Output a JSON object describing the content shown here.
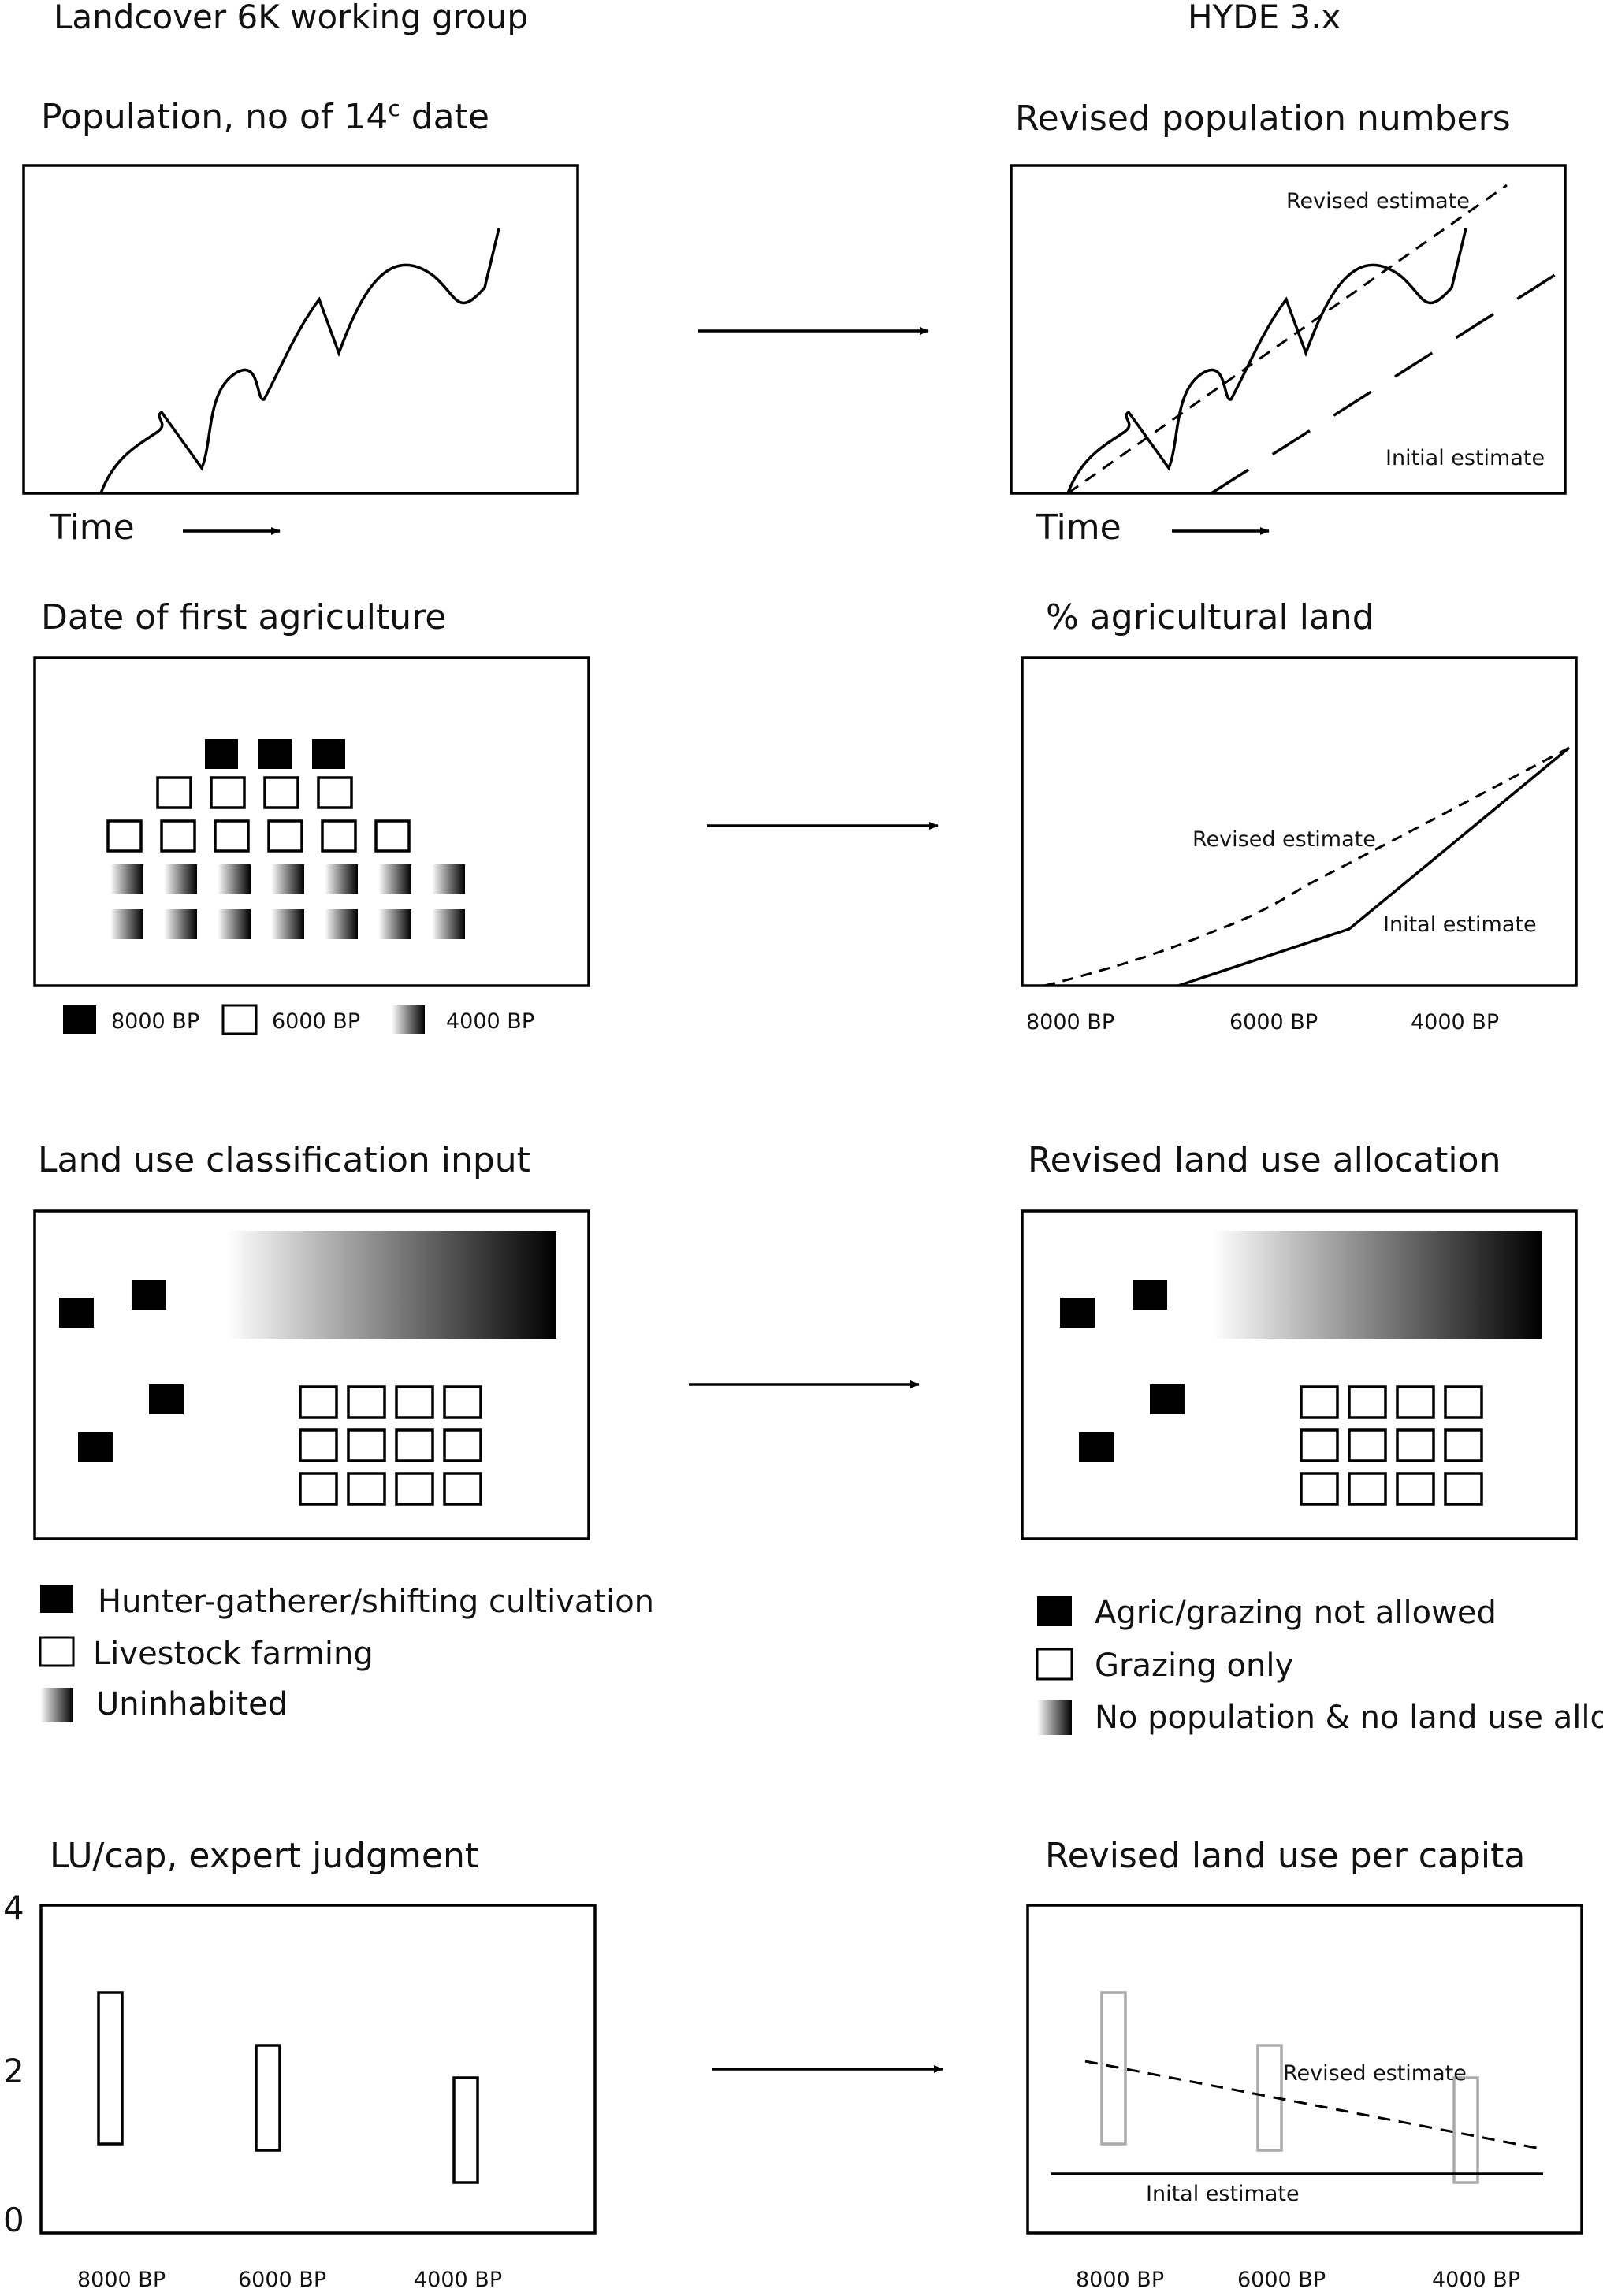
{
  "columns": {
    "left": "Landcover 6K working group",
    "right": "HYDE 3.x"
  },
  "population": {
    "left_title": "Population, no of 14",
    "left_title_sup": "c",
    "left_title_end": " date",
    "right_title": "Revised population numbers",
    "time_label": "Time",
    "revised_label": "Revised estimate",
    "initial_label": "Initial estimate"
  },
  "agriculture": {
    "left_title": "Date of first agriculture",
    "right_title": "% agricultural land",
    "legend": [
      "8000 BP",
      "6000 BP",
      "4000 BP"
    ],
    "x_ticks": [
      "8000 BP",
      "6000 BP",
      "4000 BP"
    ],
    "revised_label": "Revised estimate",
    "initial_label": "Inital estimate",
    "grid": {
      "black_count": 3,
      "outline_rows": [
        4,
        6
      ],
      "gradient_rows": [
        7,
        7
      ]
    }
  },
  "land_use": {
    "left_title": "Land use classification input",
    "right_title": "Revised land use allocation",
    "left_legend": [
      "Hunter-gatherer/shifting cultivation",
      "Livestock farming",
      "Uninhabited"
    ],
    "right_legend": [
      "Agric/grazing not allowed",
      "Grazing only",
      "No population & no land use allowed"
    ]
  },
  "lu_cap": {
    "left_title": "LU/cap, expert judgment",
    "right_title": "Revised land use per capita",
    "y_ticks": [
      "4",
      "2",
      "0"
    ],
    "x_ticks": [
      "8000 BP",
      "6000 BP",
      "4000 BP"
    ],
    "revised_label": "Revised estimate",
    "initial_label": "Inital estimate"
  },
  "colors": {
    "ink": "#000000",
    "gray_bar": "#aaaaaa",
    "background": "#ffffff"
  }
}
